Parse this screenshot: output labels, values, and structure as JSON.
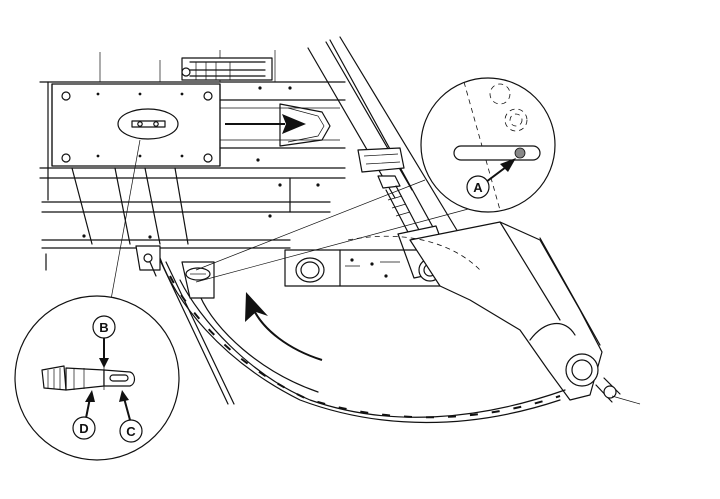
{
  "callouts": {
    "a": "A",
    "b": "B",
    "c": "C",
    "d": "D"
  },
  "colors": {
    "line": "#111111",
    "background": "#ffffff",
    "indicator_dot": "#888888"
  }
}
